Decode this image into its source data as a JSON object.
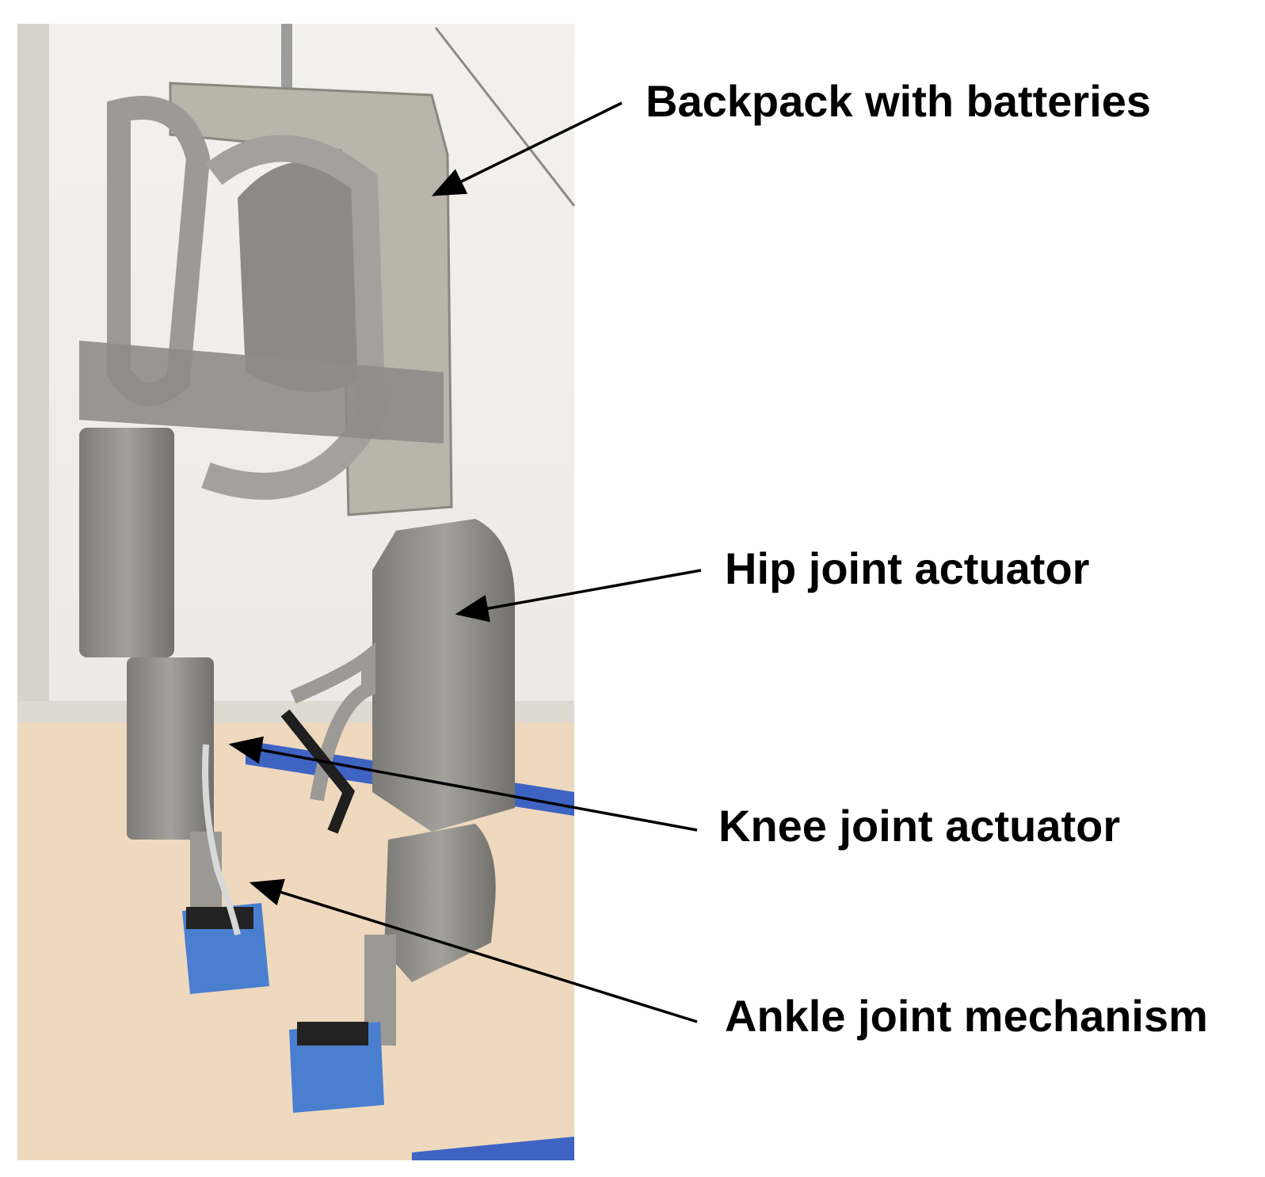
{
  "labels": {
    "backpack": "Backpack with batteries",
    "hip": "Hip joint actuator",
    "knee": "Knee joint actuator",
    "ankle": "Ankle joint mechanism"
  },
  "colors": {
    "wall": "#f4f2ee",
    "floor": "#efd9bd",
    "metal": "#8d8b86",
    "metal_dark": "#6f6d69",
    "strap": "#9a9894",
    "foot": "#4a7fd0",
    "arrow": "#000000"
  }
}
